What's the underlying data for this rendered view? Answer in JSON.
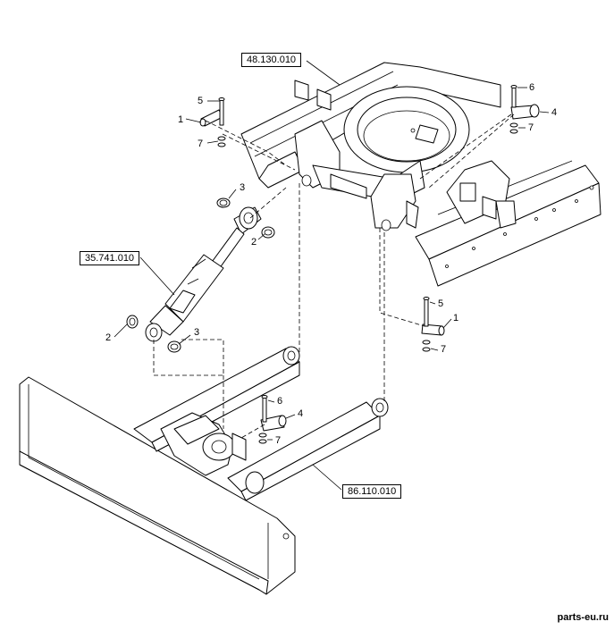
{
  "references": {
    "frame": "48.130.010",
    "cylinder": "35.741.010",
    "blade": "86.110.010"
  },
  "callouts": {
    "top_left_pin": "1",
    "top_left_bolt": "5",
    "top_left_washer": "7",
    "cyl_ring_top": "3",
    "cyl_ring_right": "2",
    "cyl_ring_left": "2",
    "cyl_ring_bottom": "3",
    "top_right_bolt": "6",
    "top_right_pin": "4",
    "top_right_washer": "7",
    "mid_right_bolt": "5",
    "mid_right_pin": "1",
    "mid_right_washer": "7",
    "blade_bolt": "6",
    "blade_pin": "4",
    "blade_washer": "7"
  },
  "watermark": "parts-eu.ru"
}
